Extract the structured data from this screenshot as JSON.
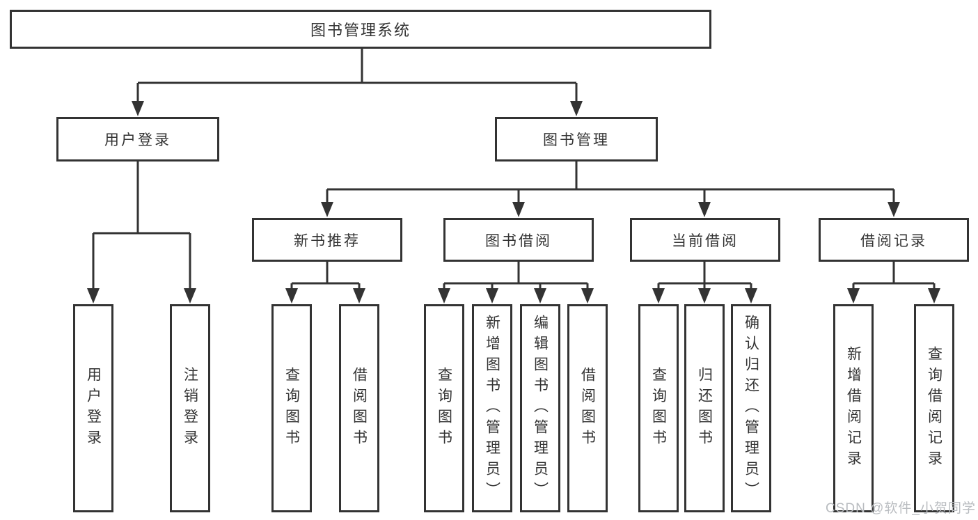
{
  "tree": {
    "root": "图书管理系统",
    "branches": [
      {
        "label": "用户登录",
        "children": [
          "用户登录",
          "注销登录"
        ]
      },
      {
        "label": "图书管理",
        "groups": [
          {
            "label": "新书推荐",
            "children": [
              "查询图书",
              "借阅图书"
            ]
          },
          {
            "label": "图书借阅",
            "children": [
              "查询图书",
              "新增图书（管理员）",
              "编辑图书（管理员）",
              "借阅图书"
            ]
          },
          {
            "label": "当前借阅",
            "children": [
              "查询图书",
              "归还图书",
              "确认归还（管理员）"
            ]
          },
          {
            "label": "借阅记录",
            "children": [
              "新增借阅记录",
              "查询借阅记录"
            ]
          }
        ]
      }
    ]
  },
  "watermark": "CSDN @软件_小贺同学",
  "colors": {
    "line": "#333333",
    "text": "#333333",
    "background": "#ffffff",
    "watermark": "#b9bcc0"
  }
}
